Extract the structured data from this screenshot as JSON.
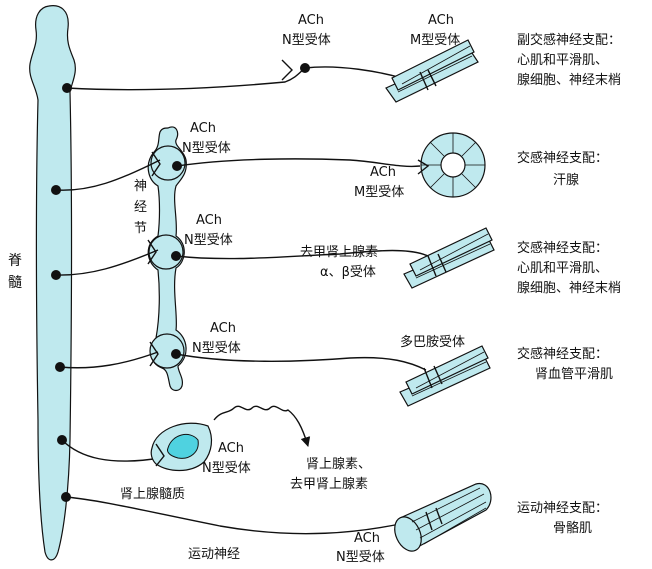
{
  "spinal_cord_label": [
    "脊",
    "髓"
  ],
  "ganglion_label": [
    "神",
    "经",
    "节"
  ],
  "pathways": [
    {
      "pre_receptor": [
        "ACh",
        "N型受体"
      ],
      "post_receptor": [
        "ACh",
        "M型受体"
      ],
      "target": [
        "副交感神经支配：",
        "心肌和平滑肌、",
        "腺细胞、神经末梢"
      ]
    },
    {
      "pre_receptor": [
        "ACh",
        "N型受体"
      ],
      "post_receptor": [
        "ACh",
        "M型受体"
      ],
      "target": [
        "交感神经支配：",
        "汗腺"
      ]
    },
    {
      "pre_receptor": [
        "ACh",
        "N型受体"
      ],
      "post_receptor": [
        "去甲肾上腺素",
        "α、β受体"
      ],
      "target": [
        "交感神经支配：",
        "心肌和平滑肌、",
        "腺细胞、神经末梢"
      ]
    },
    {
      "pre_receptor": [
        "ACh",
        "N型受体"
      ],
      "post_receptor": [
        "多巴胺受体"
      ],
      "target": [
        "交感神经支配：",
        "肾血管平滑肌"
      ]
    }
  ],
  "adrenal": {
    "receptor": [
      "ACh",
      "N型受体"
    ],
    "name": "肾上腺髓质",
    "secretion": [
      "肾上腺素、",
      "去甲肾上腺素"
    ]
  },
  "motor": {
    "nerve": "运动神经",
    "receptor": [
      "ACh",
      "N型受体"
    ],
    "target": [
      "运动神经支配：",
      "骨骼肌"
    ]
  },
  "colors": {
    "tissue": "#bfe9ee",
    "outline": "#111111"
  }
}
